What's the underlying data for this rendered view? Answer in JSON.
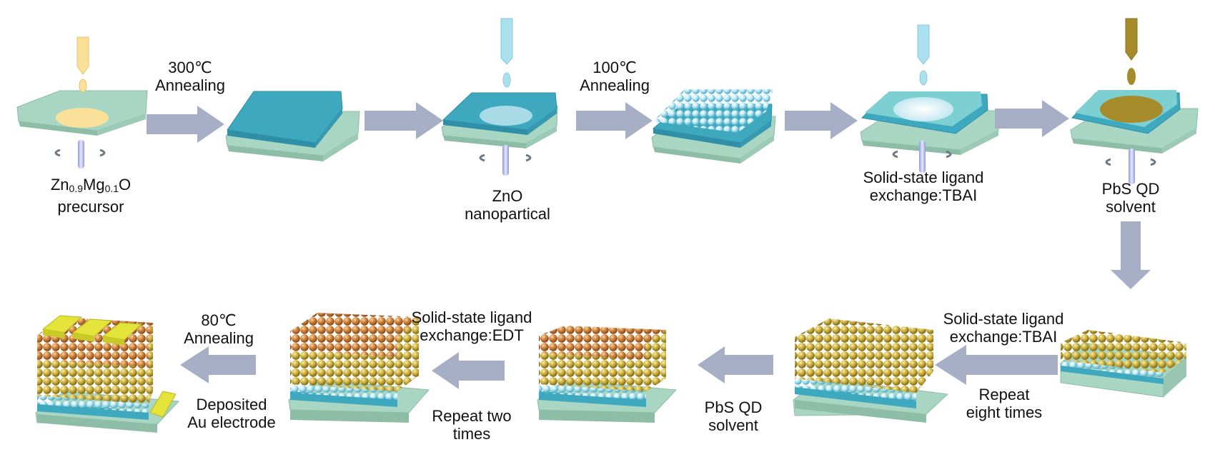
{
  "colors": {
    "glass": "#a9d6c2",
    "zno": "#3ea8bf",
    "arrow": "#a7afc7",
    "precursor": "#fbe09a",
    "zno_np_drop": "#a9e1ee",
    "pbs": "#c4a43a",
    "edt": "#c97a35",
    "gold": "#e4e33a"
  },
  "labels": {
    "step1_precursor_base": "Zn",
    "step1_precursor_sub1": "0.9",
    "step1_precursor_mid": "Mg",
    "step1_precursor_sub2": "0.1",
    "step1_precursor_end": "O",
    "step1_precursor_line2": "precursor",
    "anneal1_line1": "300℃",
    "anneal1_line2": "Annealing",
    "zno_line1": "ZnO",
    "zno_line2": "nanopartical",
    "anneal2_line1": "100℃",
    "anneal2_line2": "Annealing",
    "tbai_top_line1": "Solid-state ligand",
    "tbai_top_line2": "exchange:TBAI",
    "pbs_top_line1": "PbS QD",
    "pbs_top_line2": "solvent",
    "tbai_bottom_line1": "Solid-state ligand",
    "tbai_bottom_line2": "exchange:TBAI",
    "repeat8_line1": "Repeat",
    "repeat8_line2": "eight times",
    "pbs_bottom_line1": "PbS QD",
    "pbs_bottom_line2": "solvent",
    "edt_line1": "Solid-state ligand",
    "edt_line2": "exchange:EDT",
    "repeat2_line1": "Repeat two",
    "repeat2_line2": "times",
    "anneal3_line1": "80℃",
    "anneal3_line2": "Annealing",
    "au_line1": "Deposited",
    "au_line2": "Au electrode"
  }
}
